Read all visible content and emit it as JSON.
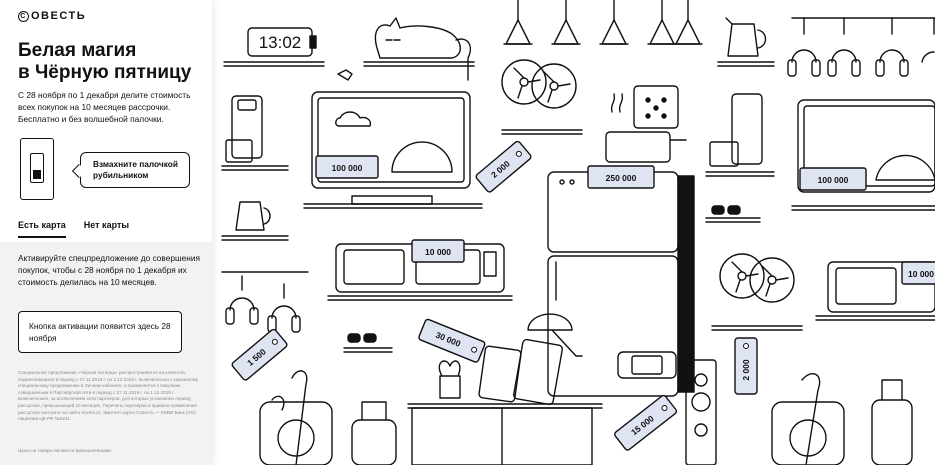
{
  "brand": {
    "name": "ОВЕСТЬ",
    "letter": "С"
  },
  "title_line1": "Белая магия",
  "title_line2": "в Чёрную пятницу",
  "intro": "С 28 ноября по 1 декабря делите стоимость всех покупок на 10 месяцев рассрочки. Бесплатно и без волшебной палочки.",
  "bubble": "Взмахните палочкой рубильником",
  "tabs": [
    {
      "label": "Есть карта"
    },
    {
      "label": "Нет карты"
    }
  ],
  "activate_text": "Активируйте спецпредложение до совершения покупок, чтобы с 28 ноября по 1 декабря их стоимость делилась на 10 месяцев.",
  "notice_text": "Кнопка активации появится здесь 28 ноября",
  "legal": "Специальное предложение «Черная пятница» распространяется на клиентов, подключившихся в период с 27.11.2019 г. по 1.12.2019 г. включительно к указанному специальному предложению в Личном кабинете, и применяется к покупкам, совершенным в Партнёрской сети в период с 27.11.2019 г. по 1.12.2019 г. включительно, за исключением сети партнеров, для которых установлен период рассрочки, превышающий 10 месяцев. Перечень партнёров и правила применения рассрочки смотрите на сайте sovest.ru. Эмитент карты Совесть — КИВИ Банк (АО), лицензия ЦБ РФ №2241.",
  "legal_footer": "Цены на товары являются вымышленными",
  "scene": {
    "clock": "13:02",
    "tv_price": "100 000",
    "tv2_price": "100 000",
    "fridge_price": "250 000",
    "microwave_price": "10 000",
    "microwave2_price": "10 000",
    "tag_2000a": "2 000",
    "tag_1500": "1 500",
    "tag_30000": "30 000",
    "tag_2000b": "2 000",
    "tag_15000": "15 000"
  },
  "colors": {
    "price_fill": "#dfe4f2",
    "line": "#111111",
    "sidebar_lower": "#f2f2f2"
  }
}
